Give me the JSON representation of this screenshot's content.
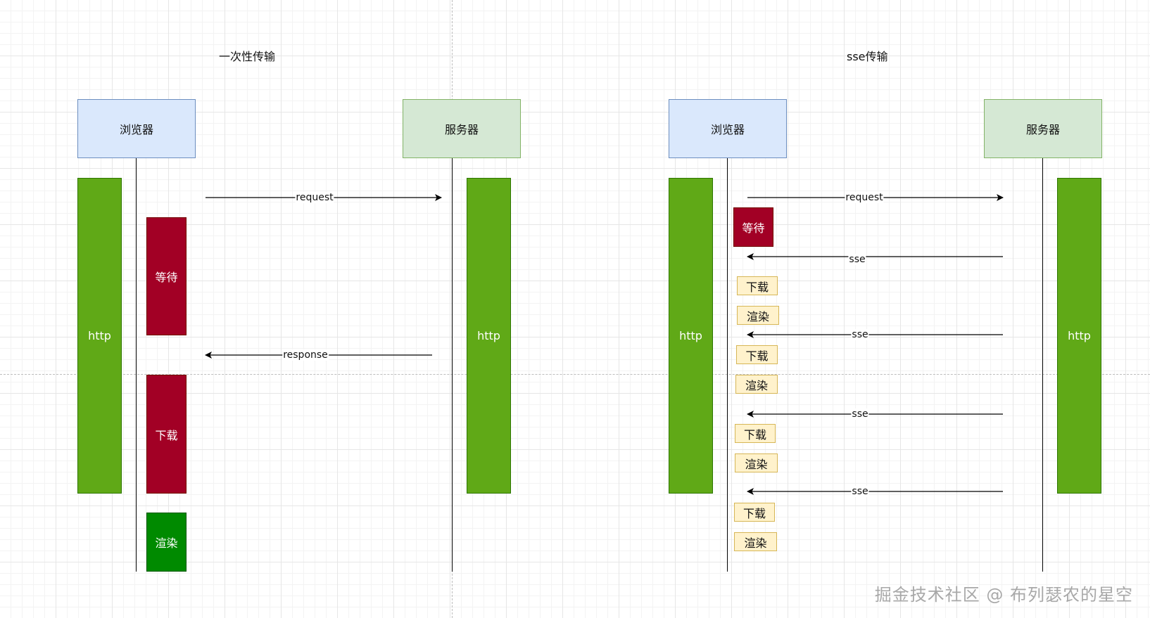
{
  "left_diagram": {
    "title": "一次性传输",
    "browser_label": "浏览器",
    "server_label": "服务器",
    "browser_http_label": "http",
    "server_http_label": "http",
    "request_label": "request",
    "response_label": "response",
    "wait_label": "等待",
    "download_label": "下载",
    "render_label": "渲染"
  },
  "right_diagram": {
    "title": "sse传输",
    "browser_label": "浏览器",
    "server_label": "服务器",
    "browser_http_label": "http",
    "server_http_label": "http",
    "request_label": "request",
    "wait_label": "等待",
    "sse_labels": [
      "sse",
      "sse",
      "sse",
      "sse"
    ],
    "chunks": [
      {
        "download": "下载",
        "render": "渲染"
      },
      {
        "download": "下载",
        "render": "渲染"
      },
      {
        "download": "下载",
        "render": "渲染"
      },
      {
        "download": "下载",
        "render": "渲染"
      }
    ]
  },
  "watermark": "掘金技术社区 @ 布列瑟农的星空",
  "colors": {
    "browser_fill": "#dae8fc",
    "server_fill": "#d5e8d4",
    "http_fill": "#60a917",
    "wait_fill": "#a20025",
    "render_fill_left": "#008a00",
    "chunk_fill": "#fff2cc"
  }
}
